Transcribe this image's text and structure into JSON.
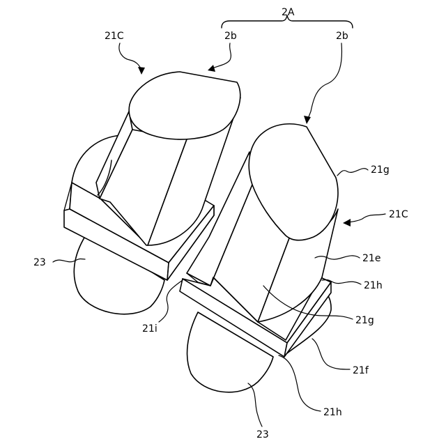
{
  "labels": {
    "group": "2A",
    "part_2b_left": "2b",
    "part_2b_right": "2b",
    "label_21C_left": "21C",
    "label_21C_right": "21C",
    "label_21g_top": "21g",
    "label_21e": "21e",
    "label_21h_upper": "21h",
    "label_21g_mid": "21g",
    "label_21f": "21f",
    "label_21h_lower": "21h",
    "label_21i": "21i",
    "label_23_left": "23",
    "label_23_bottom": "23"
  }
}
